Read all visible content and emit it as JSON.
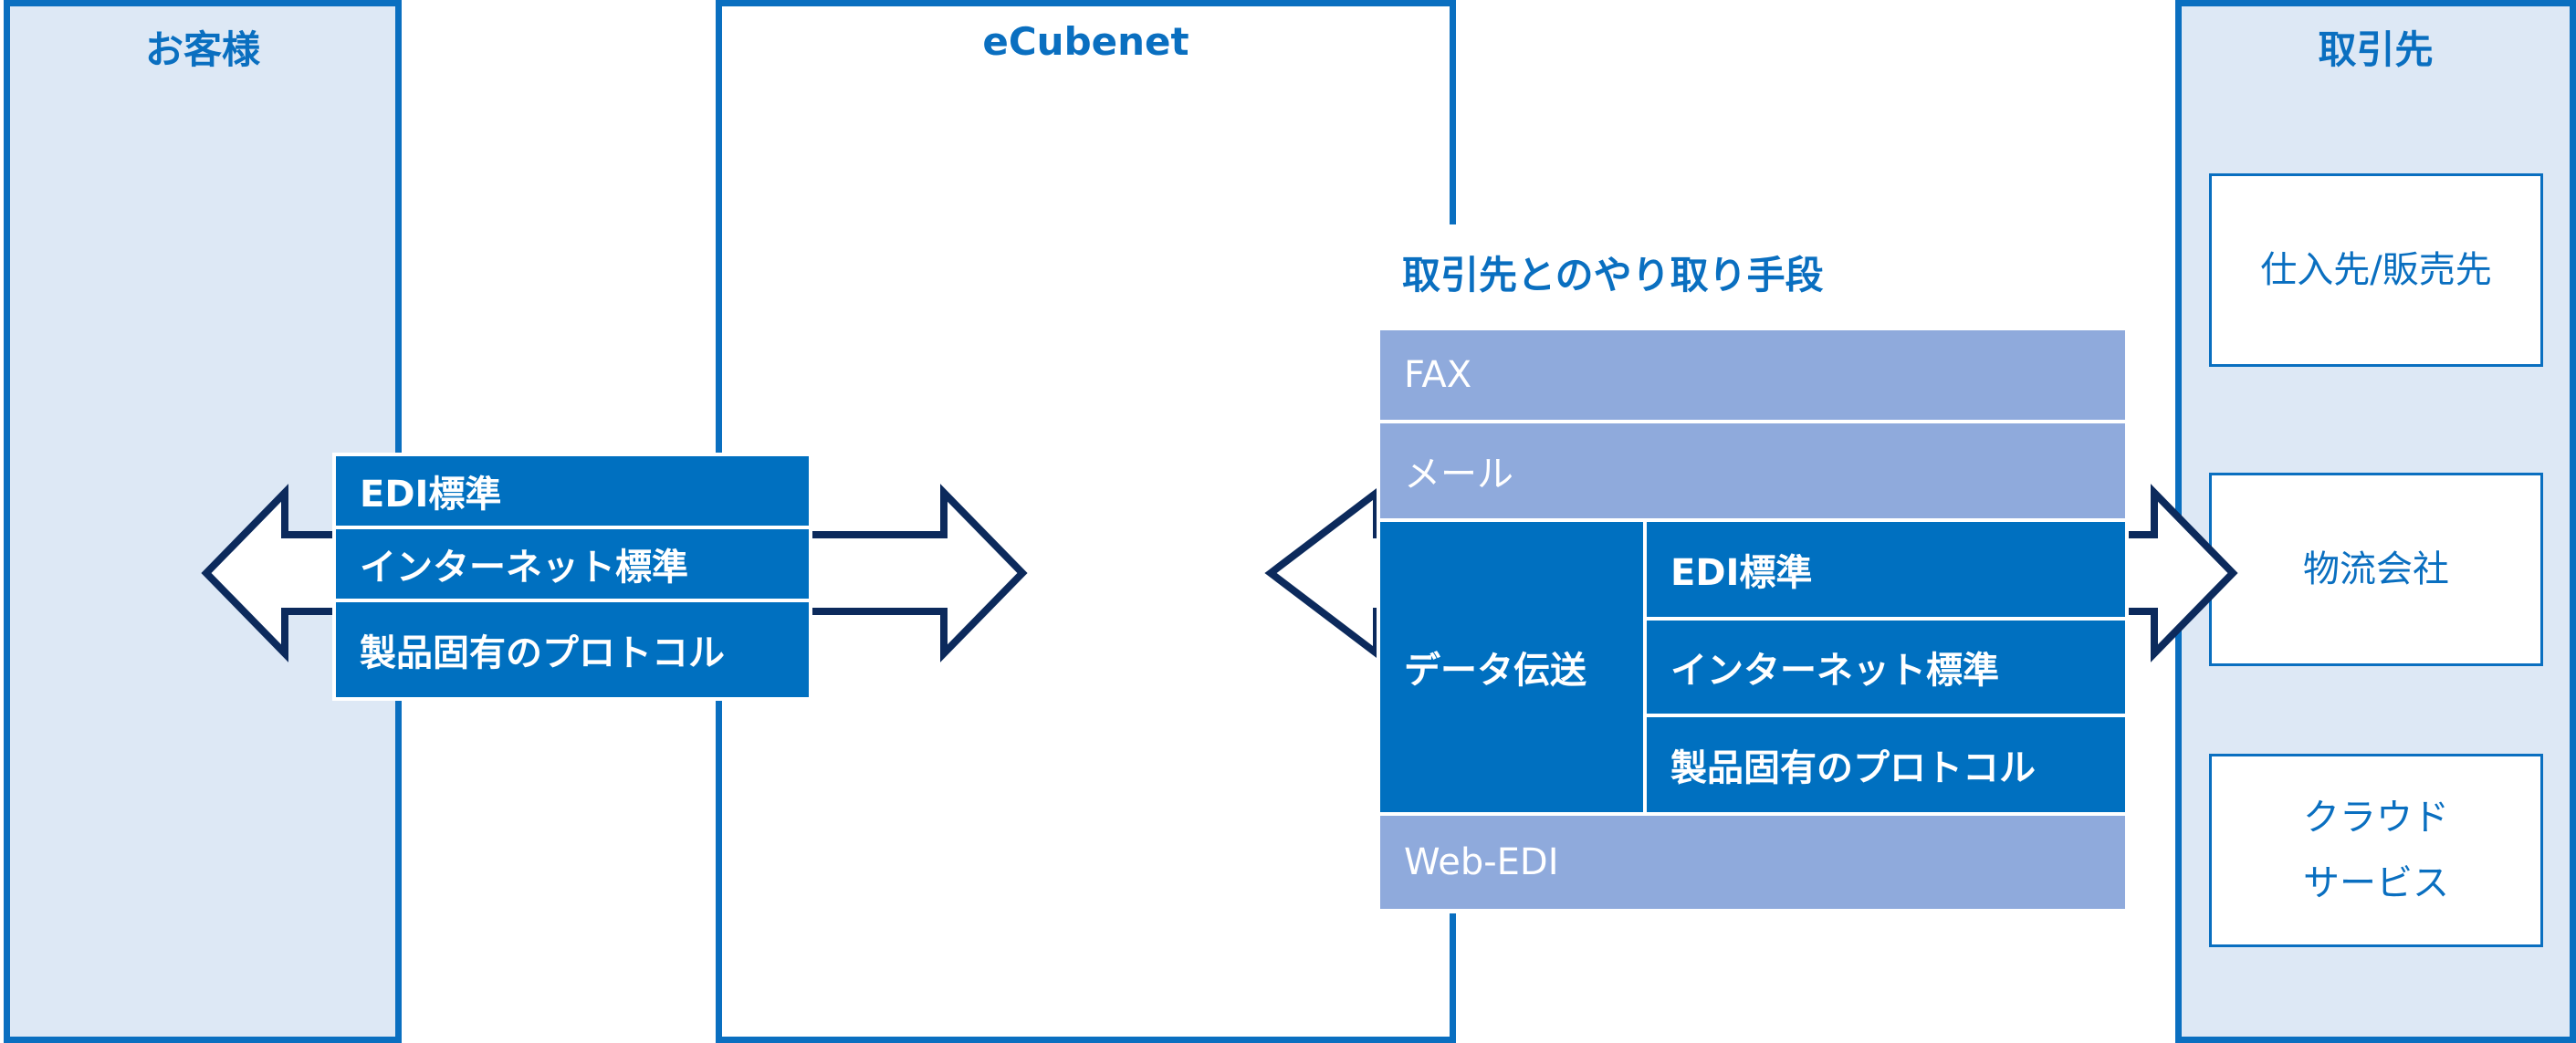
{
  "customer": {
    "title": "お客様"
  },
  "ecubenet": {
    "title": "eCubenet"
  },
  "partner": {
    "title": "取引先",
    "boxes": [
      {
        "lines": [
          "仕入先/販売先"
        ]
      },
      {
        "lines": [
          "物流会社"
        ]
      },
      {
        "lines": [
          "クラウド",
          "サービス"
        ]
      }
    ]
  },
  "left_stack": [
    "EDI標準",
    "インターネット標準",
    "製品固有のプロトコル"
  ],
  "methods": {
    "title": "取引先とのやり取り手段",
    "fax": "FAX",
    "mail": "メール",
    "data_transfer": "データ伝送",
    "sub": [
      "EDI標準",
      "インターネット標準",
      "製品固有のプロトコル"
    ],
    "webedi": "Web-EDI"
  },
  "colors": {
    "panel_border": "#0a6fc0",
    "dark_blue": "#0070c0",
    "light_blue": "#8faadc",
    "arrow": "#0c2a5c",
    "panel_fill": "#dde8f5"
  }
}
